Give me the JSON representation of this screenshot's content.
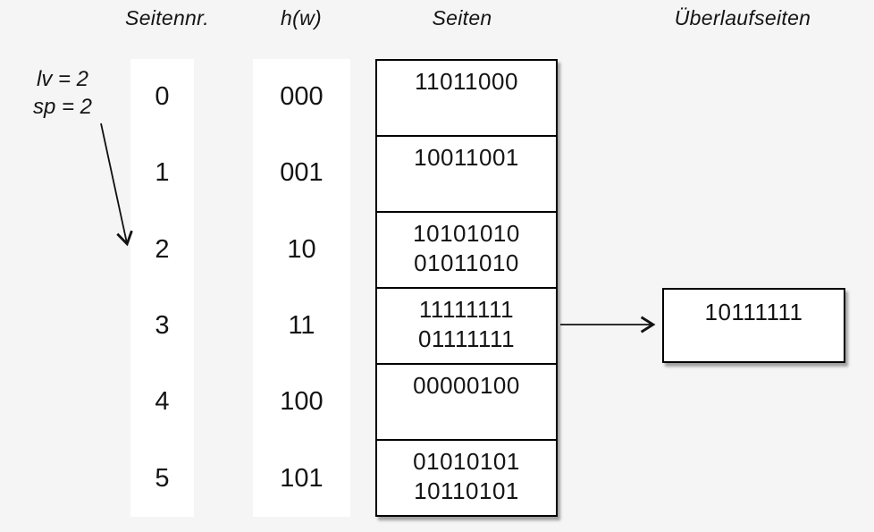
{
  "headers": {
    "page_no": "Seitennr.",
    "hash_fn": "h(w)",
    "pages": "Seiten",
    "overflow": "Überlaufseiten"
  },
  "annotation": {
    "line1": "lv = 2",
    "line2": "sp = 2",
    "points_to_page": "2"
  },
  "table": {
    "rows": [
      {
        "page_no": "0",
        "hash": "000",
        "entry1": "11011000",
        "entry2": ""
      },
      {
        "page_no": "1",
        "hash": "001",
        "entry1": "10011001",
        "entry2": ""
      },
      {
        "page_no": "2",
        "hash": "10",
        "entry1": "10101010",
        "entry2": "01011010"
      },
      {
        "page_no": "3",
        "hash": "11",
        "entry1": "11111111",
        "entry2": "01111111"
      },
      {
        "page_no": "4",
        "hash": "100",
        "entry1": "00000100",
        "entry2": ""
      },
      {
        "page_no": "5",
        "hash": "101",
        "entry1": "01010101",
        "entry2": "10110101"
      }
    ]
  },
  "overflow_page": {
    "entry1": "10111111",
    "linked_from_page": "3"
  },
  "colors": {
    "background": "#f5f5f6",
    "panel": "#ffffff",
    "line": "#000000",
    "text": "#141414"
  }
}
